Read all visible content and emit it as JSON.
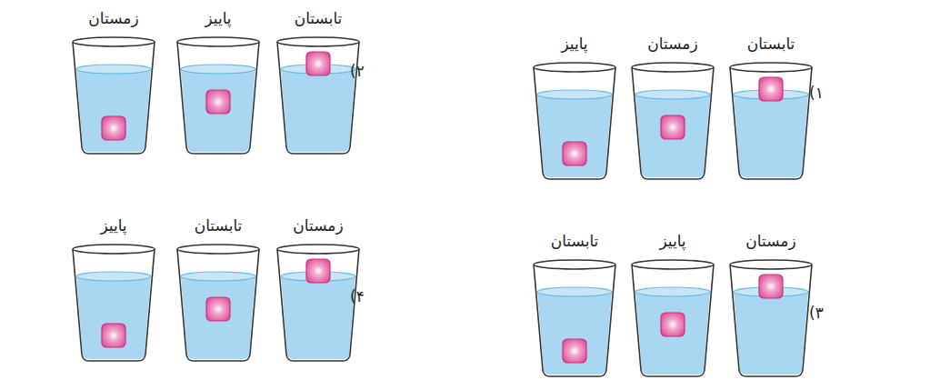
{
  "diagram": {
    "nodes": [
      {
        "text": [
          "تابستان"
        ]
      },
      {
        "text": [
          "زمستان"
        ]
      },
      {
        "text": [
          "پاییز"
        ]
      },
      {
        "text": [
          "تابستان"
        ]
      },
      {
        "text": [
          "پاییز"
        ]
      },
      {
        "text": [
          "زمستان"
        ]
      },
      {
        "text": [
          "زمستان"
        ]
      },
      {
        "text": [
          "پاییز"
        ]
      },
      {
        "text": [
          "تابستان"
        ]
      },
      {
        "text": [
          "زمستان"
        ]
      },
      {
        "text": [
          "تابستان"
        ]
      },
      {
        "text": [
          "پاییز"
        ]
      }
    ],
    "labels": [
      "(۱",
      "(۲",
      "(۳",
      "(۴"
    ]
  }
}
